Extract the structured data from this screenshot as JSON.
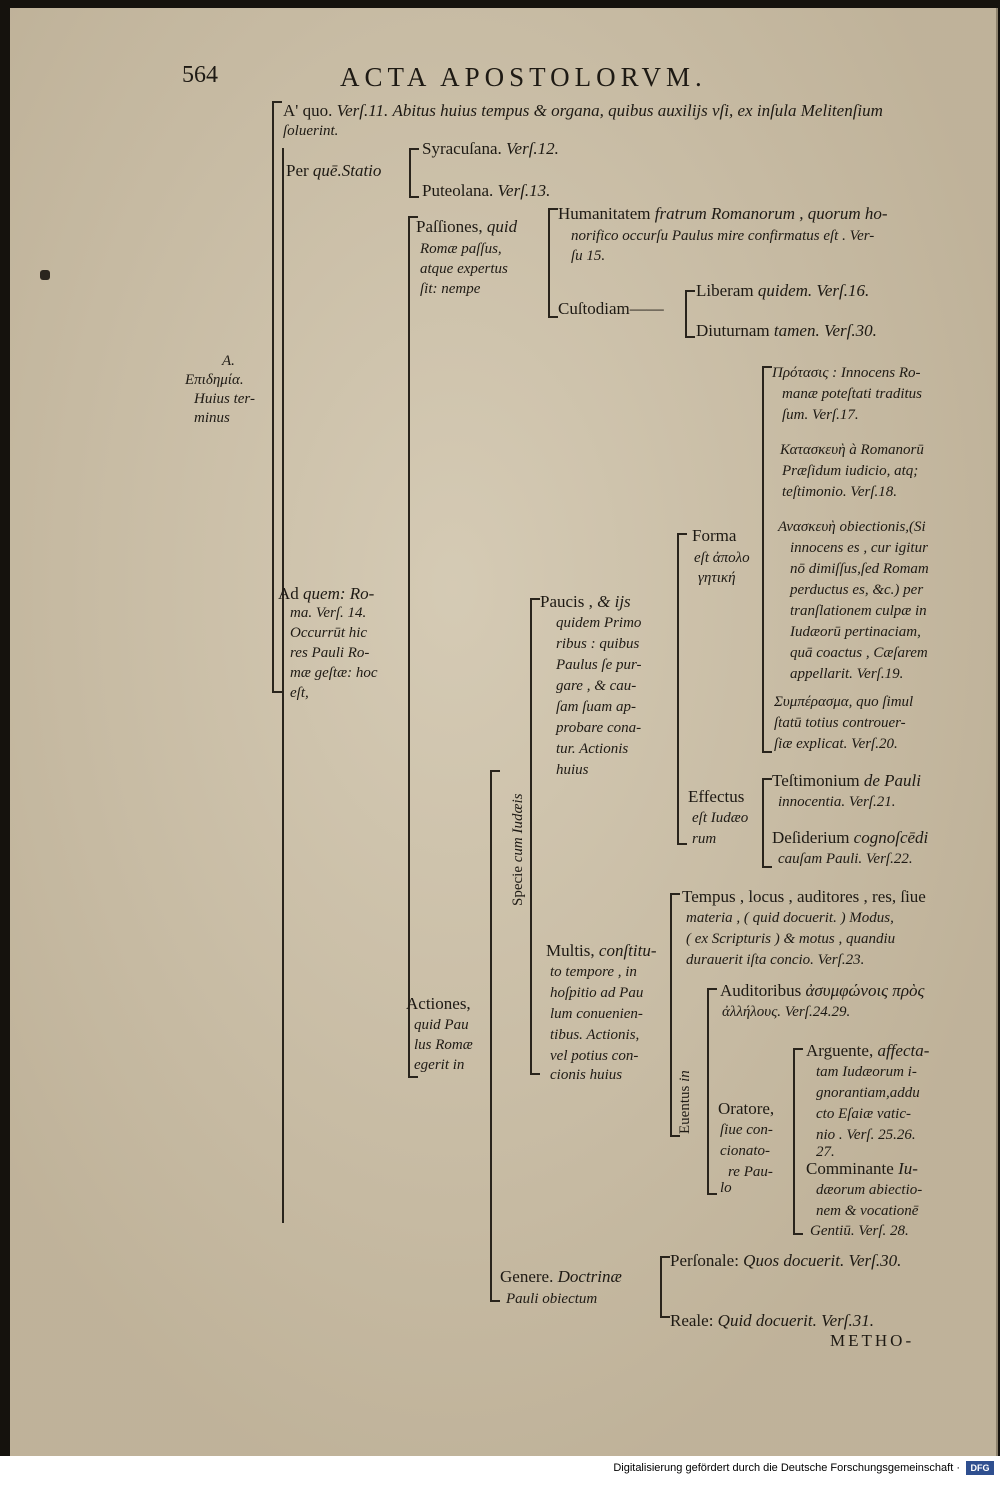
{
  "header": {
    "page_number": "564",
    "running_title": "ACTA APOSTOLORVM."
  },
  "root": {
    "line1": "A.",
    "line2": "Επιδημία.",
    "line3": "Huius ter-",
    "line4": "minus"
  },
  "a_quo": {
    "label": "A' quo.",
    "vers": "Verſ.11.",
    "text": "Abitus huius tempus & organa, quibus auxilijs vſi, ex inſula Melitenſium",
    "text2": "ſoluerint."
  },
  "per_quem": {
    "label": "Per",
    "label2": "quē.Statio",
    "syracusana": "Syracuſana.",
    "syracusana_vers": "Verſ.12.",
    "puteolana": "Puteolana.",
    "puteolana_vers": "Verſ.13."
  },
  "passiones": {
    "label": "Paſſiones,",
    "label_it": "quid",
    "l2": "Romæ paſſus,",
    "l3": "atque expertus",
    "l4": "ſit: nempe",
    "humanitatem": "Humanitatem",
    "hum1": "fratrum Romanorum , quorum ho-",
    "hum2": "norifico occurſu Paulus mire confirmatus eſt . Ver-",
    "hum3": "ſu 15.",
    "custodiam": "Cuſtodiam——",
    "liberam": "Liberam",
    "liberam_it": "quidem. Verſ.16.",
    "diuturnam": "Diuturnam",
    "diuturnam_it": "tamen. Verſ.30."
  },
  "ad_quem": {
    "l1": "Ad",
    "l1b": "quem: Ro-",
    "l2": "ma. Verſ. 14.",
    "l3": "Occurrūt hic",
    "l4": "res Pauli Ro-",
    "l5": "mæ geſtæ: hoc",
    "l6": "eſt,"
  },
  "actiones": {
    "l1": "Actiones,",
    "l2": "quid Pau",
    "l3": "lus Romæ",
    "l4": "egerit in"
  },
  "specie": {
    "vertical": "Specie",
    "vertical_it": "cum Iudæis"
  },
  "paucis": {
    "l1": "Paucis ,",
    "l1b": "& ijs",
    "l2": "quidem Primo",
    "l3": "ribus : quibus",
    "l4": "Paulus ſe pur-",
    "l5": "gare , & cau-",
    "l6": "ſam ſuam ap-",
    "l7": "probare cona-",
    "l8": "tur. Actionis",
    "l9": "huius"
  },
  "forma": {
    "label": "Forma",
    "l2": "eſt ἀπολο",
    "l3": "γητική",
    "protasis1": "Πρότασις :",
    "protasis1b": "Innocens Ro-",
    "protasis2": "manæ poteſtati traditus",
    "protasis3": "ſum. Verſ.17.",
    "kat1": "Κατασκευὴ",
    "kat1b": "à Romanorū",
    "kat2": "Præſidum iudicio, atq;",
    "kat3": "teſtimonio. Verſ.18.",
    "ana1": "Ανασκευὴ",
    "ana1b": "obiectionis,(Si",
    "ana2": "innocens es , cur igitur",
    "ana3": "nō dimiſſus,ſed Romam",
    "ana4": "perductus es, &c.) per",
    "ana5": "tranſlationem culpæ in",
    "ana6": "Iudæorū pertinaciam,",
    "ana7": "quā coactus , Cæſarem",
    "ana8": "appellarit. Verſ.19.",
    "sym1": "Συμπέρασμα,",
    "sym1b": "quo ſimul",
    "sym2": "ſtatū totius controuer-",
    "sym3": "ſiæ explicat. Verſ.20."
  },
  "effectus": {
    "label": "Effectus",
    "l2": "eſt Iudæo",
    "l3": "rum",
    "test1": "Teſtimonium",
    "test1b": "de Pauli",
    "test2": "innocentia. Verſ.21.",
    "des1": "Deſiderium",
    "des1b": "cognoſcēdi",
    "des2": "cauſam Pauli. Verſ.22."
  },
  "multis": {
    "l1": "Multis,",
    "l1b": "conſtitu-",
    "l2": "to tempore , in",
    "l3": "hoſpitio ad Pau",
    "l4": "lum conuenien-",
    "l5": "tibus. Actionis,",
    "l6": "vel potius con-",
    "l7": "cionis huius",
    "tempus1": "Tempus , locus , auditores , res, ſiue",
    "tempus2": "materia , ( quid docuerit. ) Modus,",
    "tempus3": "( ex Scripturis ) & motus , quandiu",
    "tempus4": "durauerit iſta concio. Verſ.23."
  },
  "euentus": {
    "vertical": "Euentus",
    "vertical_it": "in",
    "auditoribus": "Auditoribus",
    "auditoribus_gr": "ἀσυμφώνοις πρὸς",
    "auditoribus2": "ἀλλήλους. Verſ.24.29.",
    "oratore1": "Oratore,",
    "oratore2": "ſiue con-",
    "oratore3": "cionato-",
    "oratore4": "re Pau-",
    "oratore5": "lo",
    "arguente1": "Arguente,",
    "arguente1b": "affecta-",
    "arguente2": "tam Iudæorum i-",
    "arguente3": "gnorantiam,addu",
    "arguente4": "cto Eſaiæ vatic-",
    "arguente5": "nio . Verſ. 25.26.",
    "arguente6": "27.",
    "comminante1": "Comminante",
    "comminante1b": "Iu-",
    "comminante2": "dæorum abiectio-",
    "comminante3": "nem & vocationē",
    "comminante4": "Gentiū. Verſ. 28."
  },
  "genere": {
    "l1": "Genere.",
    "l1b": "Doctrinæ",
    "l2": "Pauli obiectum",
    "personale": "Perſonale:",
    "personale_it": "Quos docuerit. Verſ.30.",
    "reale": "Reale:",
    "reale_it": "Quid docuerit. Verſ.31."
  },
  "catchword": "METHO-",
  "footer": {
    "credit": "Digitalisierung gefördert durch die Deutsche Forschungsgemeinschaft ·",
    "logo": "DFG"
  }
}
